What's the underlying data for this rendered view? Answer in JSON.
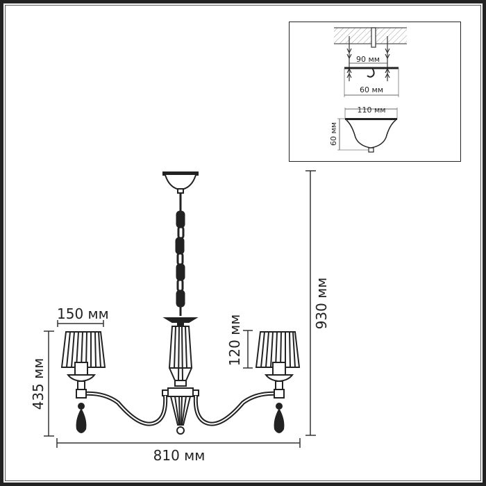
{
  "diagram": {
    "title": "Chandelier dimension drawing",
    "colors": {
      "line": "#222222",
      "frame": "#222222",
      "background": "#ffffff",
      "hatch": "#888888"
    },
    "dimensions": {
      "overall_height": "930 мм",
      "overall_width": "810 мм",
      "arm_height": "435 мм",
      "shade_diameter": "150 мм",
      "shade_height": "120 мм"
    },
    "inset": {
      "mount_spacing": "90 мм",
      "bracket_width": "60 мм",
      "canopy_diameter": "110 мм",
      "canopy_height": "60 мм"
    }
  }
}
